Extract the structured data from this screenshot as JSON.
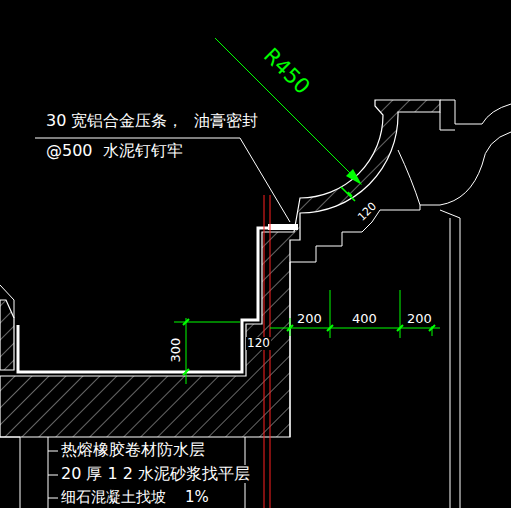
{
  "diagram": {
    "labels": [
      "R450",
      "30 宽铝合金压条，  油膏密封",
      "@500  水泥钉钉牢",
      "120",
      "200",
      "400",
      "200",
      "300",
      "120",
      "热熔橡胶卷材防水层",
      "20 厚 1 2 水泥砂浆找平层",
      "细石混凝土找坡    1%"
    ]
  }
}
